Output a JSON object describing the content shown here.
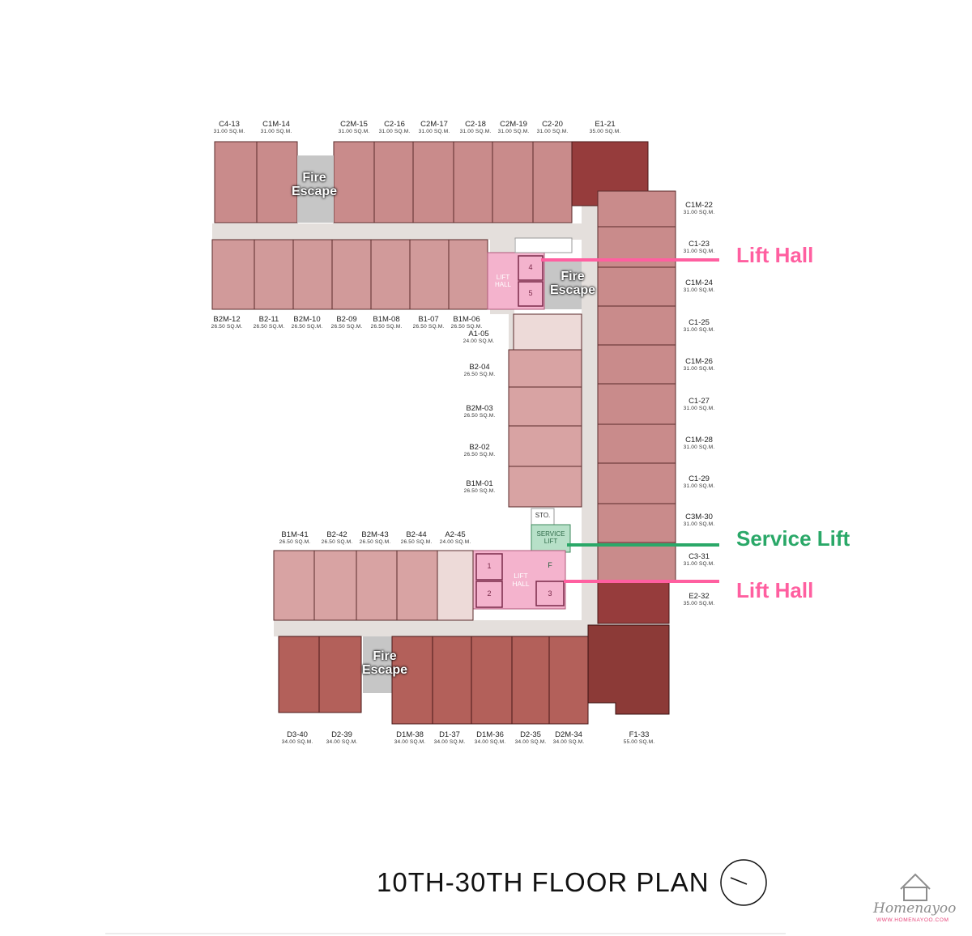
{
  "title": "10TH-30TH FLOOR PLAN",
  "brand": {
    "name": "Homenayoo",
    "url": "WWW.HOMENAYOO.COM"
  },
  "colors": {
    "unit_c": "#c98b8b",
    "unit_b": "#d8a3a3",
    "unit_e": "#963c3c",
    "unit_d": "#b3605a",
    "unit_f": "#8c3a37",
    "corridor": "#e4dfdc",
    "lift_hall": "#f4b3cd",
    "service_lift": "#b7e0c8",
    "fire_escape": "#c6c6c6",
    "callout_pink": "#ff5fa0",
    "callout_green": "#2aa868"
  },
  "top_units": [
    {
      "code": "C4-13",
      "area": "31.00 SQ.M."
    },
    {
      "code": "C1M-14",
      "area": "31.00 SQ.M."
    },
    {
      "code": "C2M-15",
      "area": "31.00 SQ.M."
    },
    {
      "code": "C2-16",
      "area": "31.00 SQ.M."
    },
    {
      "code": "C2M-17",
      "area": "31.00 SQ.M."
    },
    {
      "code": "C2-18",
      "area": "31.00 SQ.M."
    },
    {
      "code": "C2M-19",
      "area": "31.00 SQ.M."
    },
    {
      "code": "C2-20",
      "area": "31.00 SQ.M."
    },
    {
      "code": "E1-21",
      "area": "35.00 SQ.M."
    }
  ],
  "upper_row_units": [
    {
      "code": "B2M-12",
      "area": "26.50 SQ.M."
    },
    {
      "code": "B2-11",
      "area": "26.50 SQ.M."
    },
    {
      "code": "B2M-10",
      "area": "26.50 SQ.M."
    },
    {
      "code": "B2-09",
      "area": "26.50 SQ.M."
    },
    {
      "code": "B1M-08",
      "area": "26.50 SQ.M."
    },
    {
      "code": "B1-07",
      "area": "26.50 SQ.M."
    },
    {
      "code": "B1M-06",
      "area": "26.50 SQ.M."
    }
  ],
  "inner_units": [
    {
      "code": "A1-05",
      "area": "24.00 SQ.M."
    },
    {
      "code": "B2-04",
      "area": "26.50 SQ.M."
    },
    {
      "code": "B2M-03",
      "area": "26.50 SQ.M."
    },
    {
      "code": "B2-02",
      "area": "26.50 SQ.M."
    },
    {
      "code": "B1M-01",
      "area": "26.50 SQ.M."
    }
  ],
  "east_units": [
    {
      "code": "C1M-22",
      "area": "31.00 SQ.M."
    },
    {
      "code": "C1-23",
      "area": "31.00 SQ.M."
    },
    {
      "code": "C1M-24",
      "area": "31.00 SQ.M."
    },
    {
      "code": "C1-25",
      "area": "31.00 SQ.M."
    },
    {
      "code": "C1M-26",
      "area": "31.00 SQ.M."
    },
    {
      "code": "C1-27",
      "area": "31.00 SQ.M."
    },
    {
      "code": "C1M-28",
      "area": "31.00 SQ.M."
    },
    {
      "code": "C1-29",
      "area": "31.00 SQ.M."
    },
    {
      "code": "C3M-30",
      "area": "31.00 SQ.M."
    },
    {
      "code": "C3-31",
      "area": "31.00 SQ.M."
    },
    {
      "code": "E2-32",
      "area": "35.00 SQ.M."
    }
  ],
  "lower_top_units": [
    {
      "code": "B1M-41",
      "area": "26.50 SQ.M."
    },
    {
      "code": "B2-42",
      "area": "26.50 SQ.M."
    },
    {
      "code": "B2M-43",
      "area": "26.50 SQ.M."
    },
    {
      "code": "B2-44",
      "area": "26.50 SQ.M."
    },
    {
      "code": "A2-45",
      "area": "24.00 SQ.M."
    }
  ],
  "bottom_units": [
    {
      "code": "D3-40",
      "area": "34.00 SQ.M."
    },
    {
      "code": "D2-39",
      "area": "34.00 SQ.M."
    },
    {
      "code": "D1M-38",
      "area": "34.00 SQ.M."
    },
    {
      "code": "D1-37",
      "area": "34.00 SQ.M."
    },
    {
      "code": "D1M-36",
      "area": "34.00 SQ.M."
    },
    {
      "code": "D2-35",
      "area": "34.00 SQ.M."
    },
    {
      "code": "D2M-34",
      "area": "34.00 SQ.M."
    },
    {
      "code": "F1-33",
      "area": "55.00 SQ.M."
    }
  ],
  "fire_escapes": [
    {
      "line1": "Fire",
      "line2": "Escape"
    },
    {
      "line1": "Fire",
      "line2": "Escape"
    },
    {
      "line1": "Fire",
      "line2": "Escape"
    }
  ],
  "lift_hall_label": "LIFT HALL",
  "lift_hall_label_small": {
    "l1": "LIFT",
    "l2": "HALL"
  },
  "lift_hall_label_lower": {
    "l1": "LIFT",
    "l2": "HALL"
  },
  "service_lift_label": {
    "l1": "SERVICE",
    "l2": "LIFT"
  },
  "lift_numbers": [
    "4",
    "5",
    "1",
    "2",
    "3",
    "F"
  ],
  "sto_label": "STO.",
  "callouts": {
    "lift_hall_top": "Lift Hall",
    "service_lift": "Service Lift",
    "lift_hall_bottom": "Lift Hall"
  }
}
